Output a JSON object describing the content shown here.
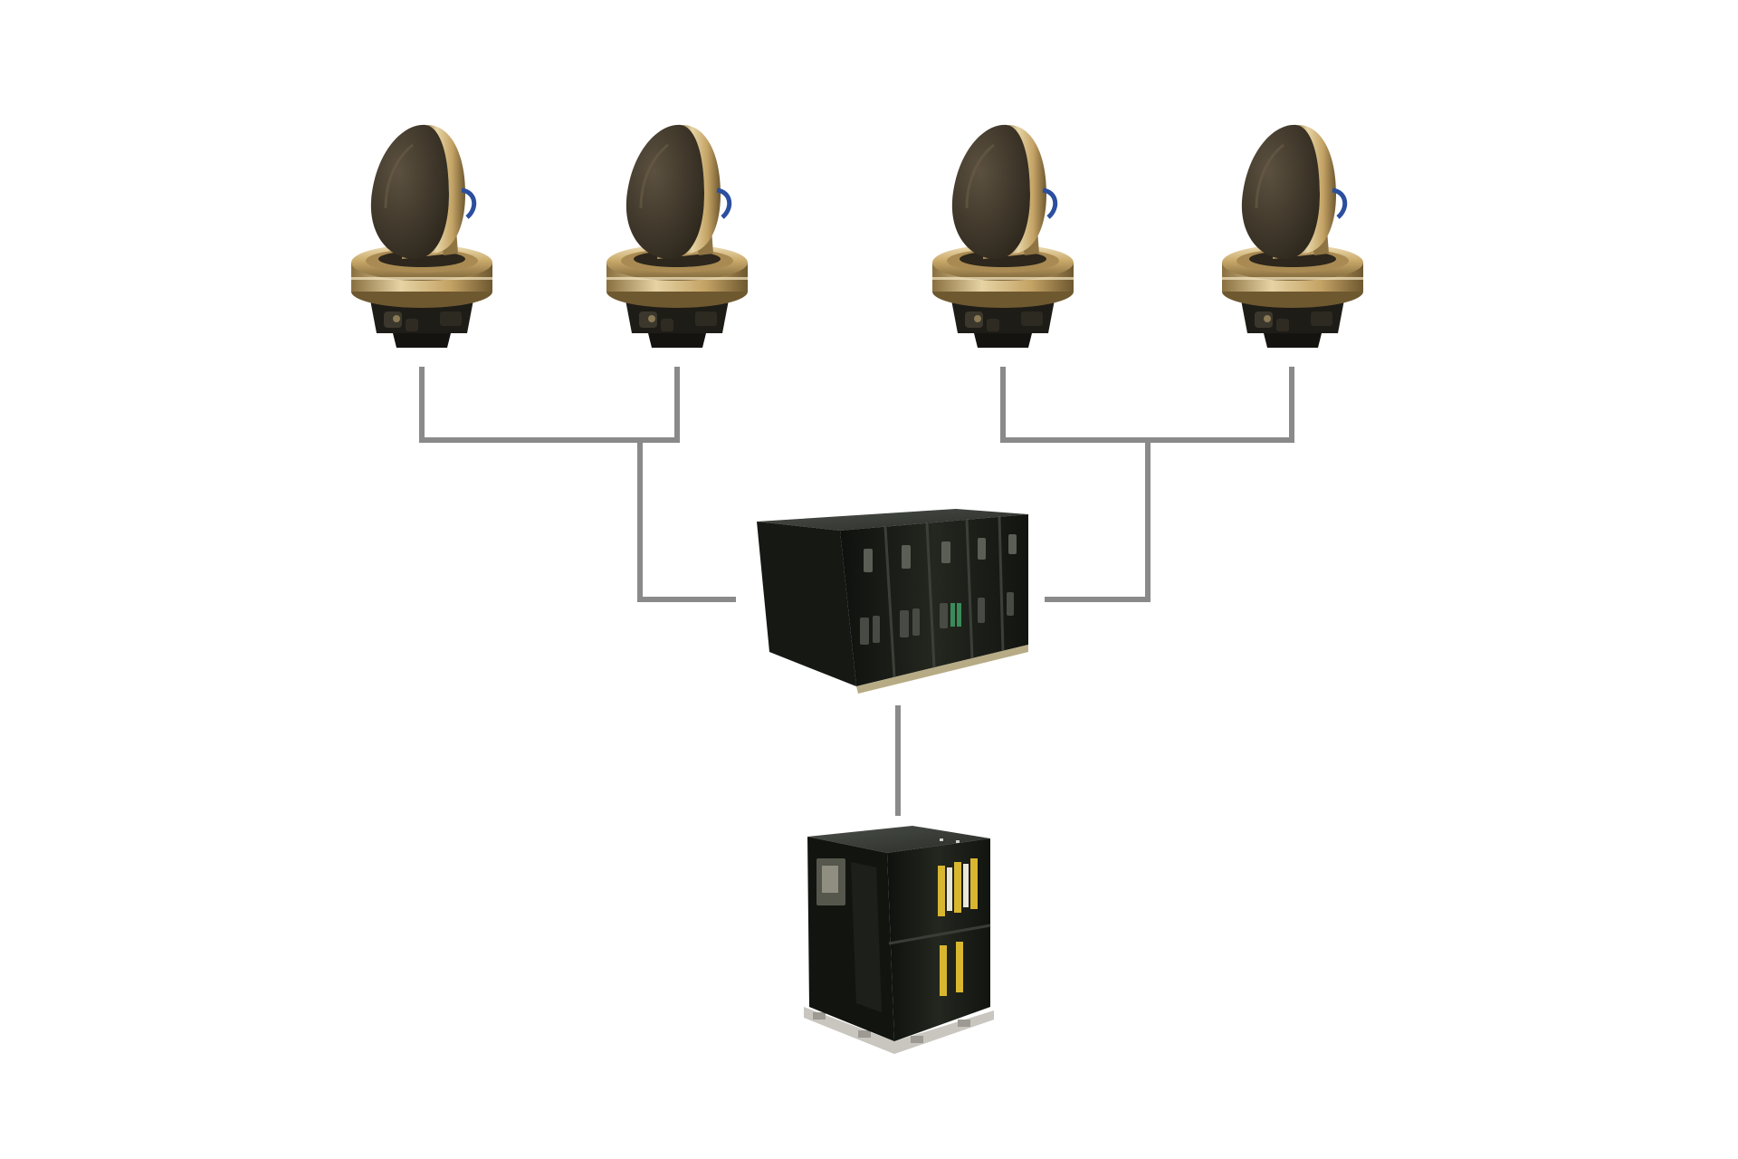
{
  "diagram": {
    "background": "#ffffff",
    "connector_color": "#8a8a8a",
    "nodes": [
      {
        "id": "antenna-1",
        "kind": "antenna-terminal",
        "icon": "satellite-antenna-icon"
      },
      {
        "id": "antenna-2",
        "kind": "antenna-terminal",
        "icon": "satellite-antenna-icon"
      },
      {
        "id": "antenna-3",
        "kind": "antenna-terminal",
        "icon": "satellite-antenna-icon"
      },
      {
        "id": "antenna-4",
        "kind": "antenna-terminal",
        "icon": "satellite-antenna-icon"
      },
      {
        "id": "control-unit",
        "kind": "modular-electronics-chassis",
        "icon": "electronics-chassis-icon"
      },
      {
        "id": "modem-rack",
        "kind": "modular-electronics-rack",
        "icon": "electronics-rack-icon"
      }
    ],
    "links": [
      {
        "from": "antenna-1",
        "to": "control-unit"
      },
      {
        "from": "antenna-2",
        "to": "control-unit"
      },
      {
        "from": "antenna-3",
        "to": "control-unit"
      },
      {
        "from": "antenna-4",
        "to": "control-unit"
      },
      {
        "from": "control-unit",
        "to": "modem-rack"
      }
    ],
    "colors": {
      "antenna_ring": "#c9a96a",
      "antenna_dark": "#3a3124",
      "chassis_body": "#1c1f1a",
      "connector_pins": "#d8b630",
      "cable_blue": "#2b4f9e"
    }
  }
}
